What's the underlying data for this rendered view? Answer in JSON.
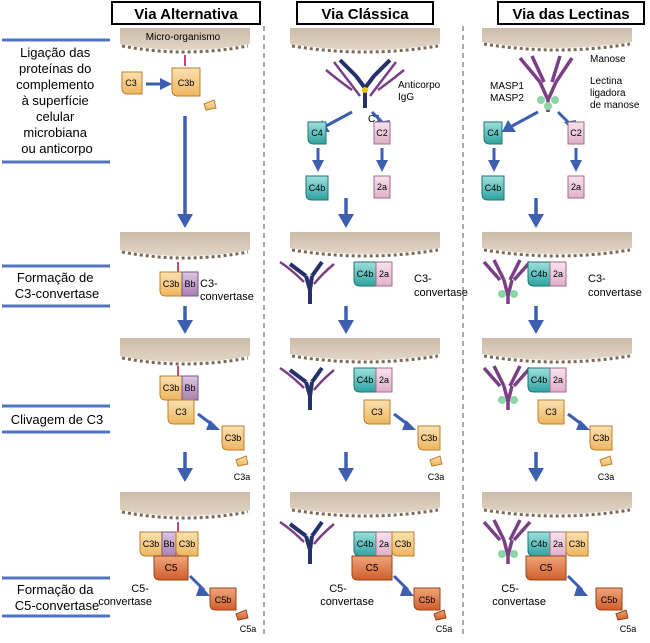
{
  "headers": {
    "alternative": "Via Alternativa",
    "classical": "Via Clássica",
    "lectin": "Via das Lectinas"
  },
  "steps": {
    "binding": [
      "Ligação das",
      "proteínas do",
      "complemento",
      "à superfície",
      "celular",
      "microbiana",
      "ou anticorpo"
    ],
    "c3_convertase": [
      "Formação de",
      "C3-convertase"
    ],
    "c3_cleavage": [
      "Clivagem de C3"
    ],
    "c5_convertase": [
      "Formação da",
      "C5-convertase"
    ]
  },
  "annotations": {
    "microorganism": "Micro-organismo",
    "antibody": [
      "Anticorpo",
      "IgG"
    ],
    "c1": "C1",
    "mannose": "Manose",
    "masp1": "MASP1",
    "masp2": "MASP2",
    "mbl": [
      "Lectina",
      "ligadora",
      "de manose"
    ],
    "c3_conv": [
      "C3-",
      "convertase"
    ],
    "c5_conv": [
      "C5-",
      "convertase"
    ]
  },
  "labels": {
    "c3": "C3",
    "c3b": "C3b",
    "c3a": "C3a",
    "bb": "Bb",
    "c4": "C4",
    "c4b": "C4b",
    "c2": "C2",
    "c2a": "2a",
    "c5": "C5",
    "c5b": "C5b",
    "c5a": "C5a"
  },
  "colors": {
    "membrane": "#d8cbbb",
    "c3": "#f6c984",
    "c3_edge": "#b9812a",
    "bb": "#c7a6cf",
    "c4": "#5fc3c0",
    "c2": "#efc9dd",
    "c5": "#de7a45",
    "arrow": "#3d5fb0",
    "antibody": "#24316b",
    "lectin": "#7b3f86",
    "header_border": "#000000"
  }
}
